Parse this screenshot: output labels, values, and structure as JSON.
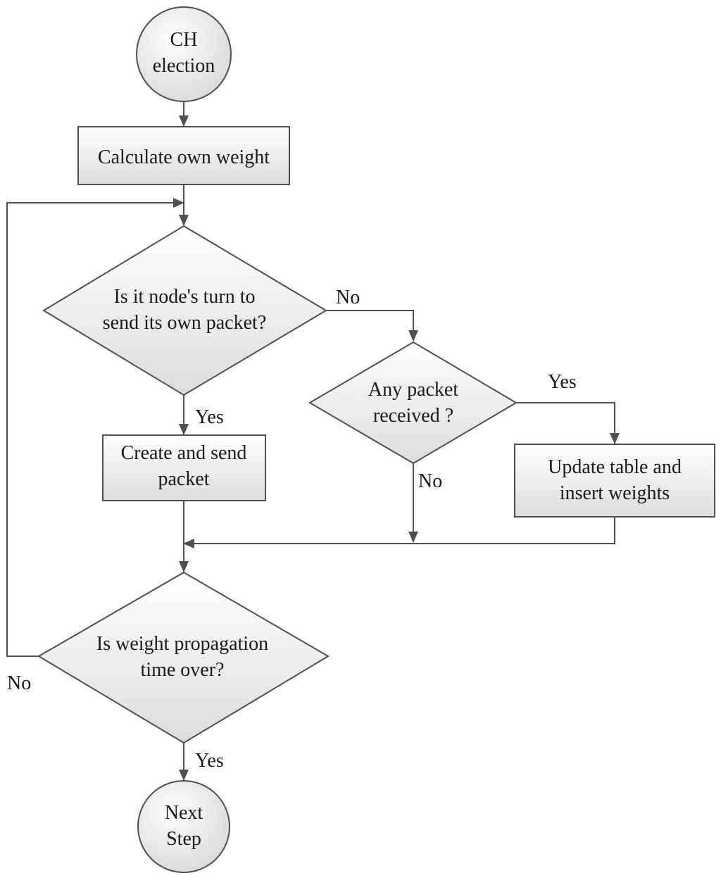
{
  "nodes": {
    "start": {
      "line1": "CH",
      "line2": "election"
    },
    "calc": {
      "text": "Calculate own weight"
    },
    "turn": {
      "line1": "Is it node's turn to",
      "line2": "send its own packet?"
    },
    "create": {
      "line1": "Create and send",
      "line2": "packet"
    },
    "any": {
      "line1": "Any packet",
      "line2": "received ?"
    },
    "update": {
      "line1": "Update table and",
      "line2": "insert weights"
    },
    "over": {
      "line1": "Is weight propagation",
      "line2": "time over?"
    },
    "next": {
      "line1": "Next",
      "line2": "Step"
    }
  },
  "labels": {
    "turn_no": "No",
    "turn_yes": "Yes",
    "any_yes": "Yes",
    "any_no": "No",
    "over_no": "No",
    "over_yes": "Yes"
  }
}
